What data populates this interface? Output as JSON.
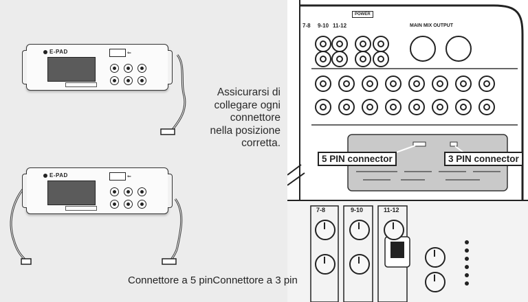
{
  "module": {
    "brand": "E-PAD"
  },
  "callout": {
    "lines": [
      "Assicurarsi di",
      "collegare ogni",
      "connettore",
      "nella posizione",
      "corretta."
    ]
  },
  "mixer": {
    "main_mix_output": "MAIN MIX OUTPUT",
    "power": "POWER",
    "channel_labels": [
      "7-8",
      "9-10",
      "11-12"
    ]
  },
  "connectors": {
    "five_pin": "5 PIN connector",
    "three_pin": "3 PIN connector"
  },
  "caption": "Connettore a 5 pinConnettore a 3 pin"
}
